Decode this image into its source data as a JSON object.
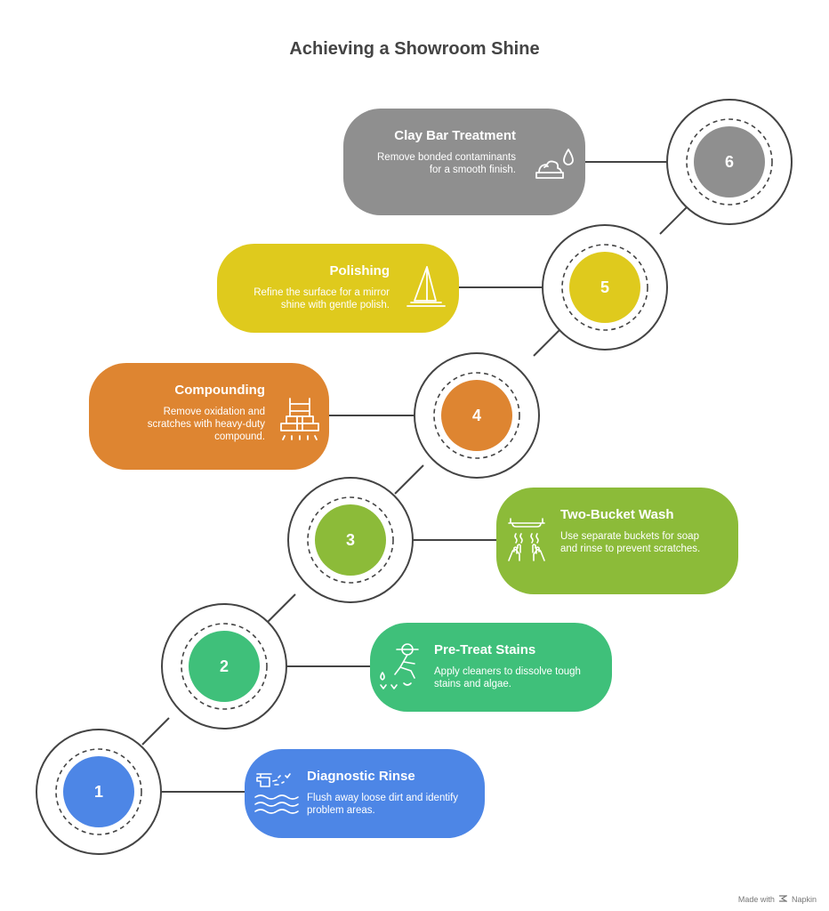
{
  "title": "Achieving a Showroom Shine",
  "colors": {
    "step1": "#4d86e6",
    "step2": "#3fc07a",
    "step3": "#8cbb39",
    "step4": "#de8531",
    "step5": "#dfca1d",
    "step6": "#8f8f8f"
  },
  "steps": [
    {
      "number": "1",
      "title": "Diagnostic Rinse",
      "description": "Flush away loose dirt and identify problem areas.",
      "icon": "faucet-water-icon"
    },
    {
      "number": "2",
      "title": "Pre-Treat Stains",
      "description": "Apply cleaners to dissolve tough stains and algae.",
      "icon": "cleaning-person-icon"
    },
    {
      "number": "3",
      "title": "Two-Bucket Wash",
      "description": "Use separate buckets for soap and rinse to prevent scratches.",
      "icon": "hand-wash-icon"
    },
    {
      "number": "4",
      "title": "Compounding",
      "description": "Remove oxidation and scratches with heavy-duty compound.",
      "icon": "compound-machine-icon"
    },
    {
      "number": "5",
      "title": "Polishing",
      "description": "Refine the surface for a mirror shine with gentle polish.",
      "icon": "sailboat-icon"
    },
    {
      "number": "6",
      "title": "Clay Bar Treatment",
      "description": "Remove bonded contaminants for a smooth finish.",
      "icon": "soap-drop-icon"
    }
  ],
  "footer": {
    "made_with": "Made with",
    "brand": "Napkin"
  }
}
